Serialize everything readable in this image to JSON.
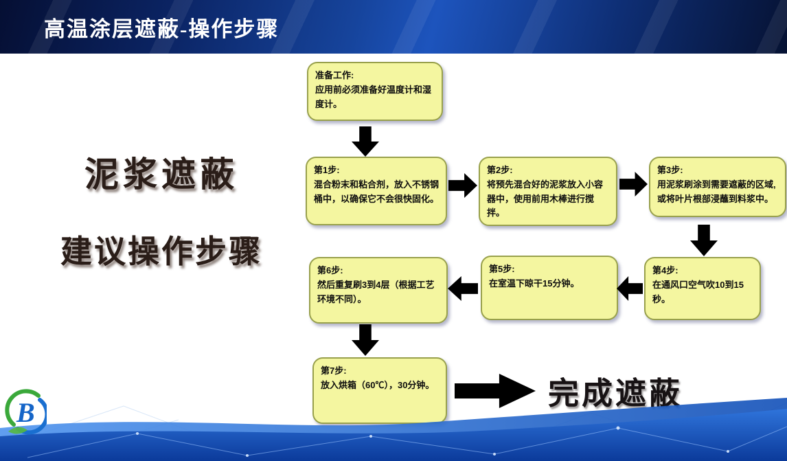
{
  "slide": {
    "title": "高温涂层遮蔽-操作步骤"
  },
  "left_caption": {
    "line1": "泥浆遮蔽",
    "line2": "建议操作步骤"
  },
  "flow": {
    "prep": {
      "title": "准备工作:",
      "body": "应用前必须准备好温度计和湿度计。"
    },
    "step1": {
      "title": "第1步:",
      "body": "混合粉末和粘合剂，放入不锈钢桶中，以确保它不会很快固化。"
    },
    "step2": {
      "title": "第2步:",
      "body": "将预先混合好的泥浆放入小容器中，使用前用木棒进行搅拌。"
    },
    "step3": {
      "title": "第3步:",
      "body": "用泥浆刷涂到需要遮蔽的区域,或将叶片根部浸蘸到料浆中。"
    },
    "step4": {
      "title": "第4步:",
      "body": "在通风口空气吹10到15秒。"
    },
    "step5": {
      "title": "第5步:",
      "body": "在室温下晾干15分钟。"
    },
    "step6": {
      "title": "第6步:",
      "body": "然后重复刷3到4层（根据工艺环境不同）。"
    },
    "step7": {
      "title": "第7步:",
      "body": "放入烘箱（60℃），30分钟。"
    },
    "done_label": "完成遮蔽"
  },
  "logo": {
    "letter": "B"
  },
  "colors": {
    "header_blue": "#0d2a6e",
    "box_fill": "#f4f6a0",
    "box_border": "#98a04c",
    "arrow_black": "#000000",
    "band_blue": "#1457c8",
    "caption_brown": "#2a1d18"
  }
}
